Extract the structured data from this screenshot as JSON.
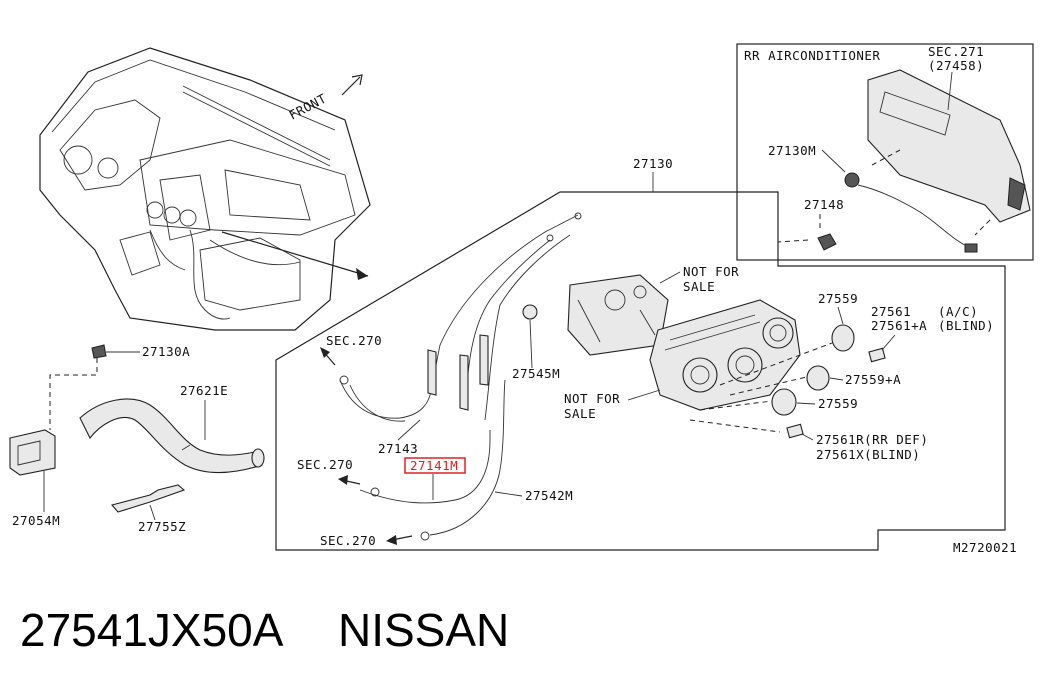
{
  "labels": {
    "front": "FRONT",
    "rr_aircon": "RR AIRCONDITIONER",
    "sec271": "SEC.271",
    "p27458": "(27458)",
    "p27130m_top": "27130M",
    "p27130": "27130",
    "p27148": "27148",
    "p27130a": "27130A",
    "p27621e": "27621E",
    "p27054m": "27054M",
    "p27755z": "27755Z",
    "sec270_a": "SEC.270",
    "sec270_b": "SEC.270",
    "sec270_c": "SEC.270",
    "p27143": "27143",
    "p27141m": "27141M",
    "p27542m": "27542M",
    "p27545m": "27545M",
    "not_for_sale_1a": "NOT FOR",
    "not_for_sale_1b": "SALE",
    "not_for_sale_2a": "NOT FOR",
    "not_for_sale_2b": "SALE",
    "p27559_a": "27559",
    "p27561": "27561",
    "p27561_ac": "(A/C)",
    "p27561a": "27561+A",
    "p27561a_blind": "(BLIND)",
    "p27559a": "27559+A",
    "p27559_b": "27559",
    "p27561r": "27561R(RR DEF)",
    "p27561x": "27561X(BLIND)",
    "diagram_id": "M2720021"
  },
  "caption": {
    "part_number": "27541JX50A",
    "brand": "NISSAN"
  },
  "colors": {
    "highlight": "#e02020",
    "line": "#222222"
  }
}
